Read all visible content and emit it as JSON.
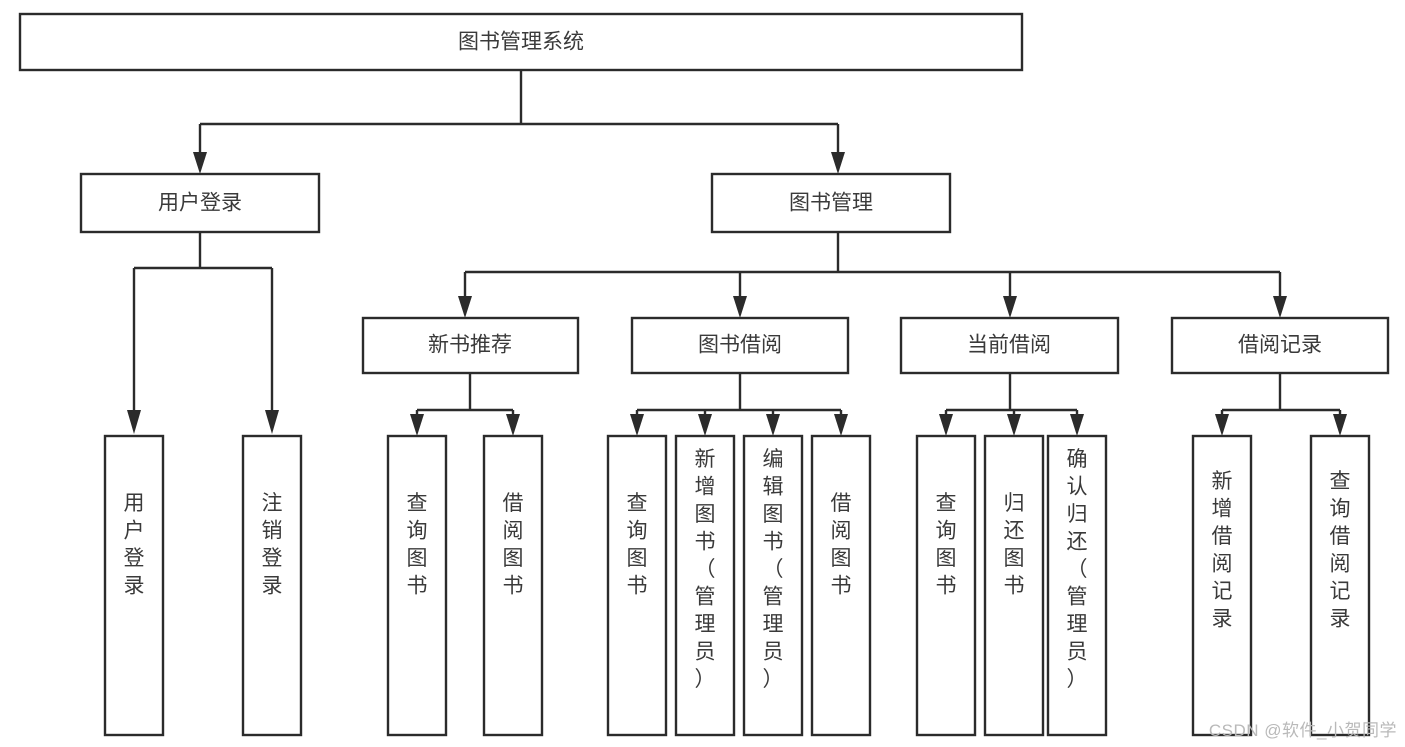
{
  "diagram": {
    "type": "tree",
    "title": "图书管理系统",
    "orientation": "top-down",
    "background_color": "#ffffff",
    "line_color": "#2b2b2b",
    "text_color": "#3a3a3a",
    "root": {
      "id": "root",
      "label": "图书管理系统",
      "text_orientation": "horizontal"
    },
    "level2": [
      {
        "id": "user-login",
        "label": "用户登录",
        "text_orientation": "horizontal"
      },
      {
        "id": "book-manage",
        "label": "图书管理",
        "text_orientation": "horizontal"
      }
    ],
    "level3": [
      {
        "id": "new-book-recommend",
        "label": "新书推荐",
        "text_orientation": "horizontal",
        "parent": "book-manage"
      },
      {
        "id": "book-borrow",
        "label": "图书借阅",
        "text_orientation": "horizontal",
        "parent": "book-manage"
      },
      {
        "id": "current-borrow",
        "label": "当前借阅",
        "text_orientation": "horizontal",
        "parent": "book-manage"
      },
      {
        "id": "borrow-record",
        "label": "借阅记录",
        "text_orientation": "horizontal",
        "parent": "book-manage"
      }
    ],
    "leaves": {
      "user_login": [
        {
          "id": "leaf-user-login",
          "label": "用户登录",
          "text_orientation": "vertical"
        },
        {
          "id": "leaf-user-logout",
          "label": "注销登录",
          "text_orientation": "vertical"
        }
      ],
      "new_book_recommend": [
        {
          "id": "leaf-query-book-1",
          "label": "查询图书",
          "text_orientation": "vertical"
        },
        {
          "id": "leaf-borrow-book-1",
          "label": "借阅图书",
          "text_orientation": "vertical"
        }
      ],
      "book_borrow": [
        {
          "id": "leaf-query-book-2",
          "label": "查询图书",
          "text_orientation": "vertical"
        },
        {
          "id": "leaf-add-book",
          "label": "新增图书（管理员）",
          "text_orientation": "vertical"
        },
        {
          "id": "leaf-edit-book",
          "label": "编辑图书（管理员）",
          "text_orientation": "vertical"
        },
        {
          "id": "leaf-borrow-book-2",
          "label": "借阅图书",
          "text_orientation": "vertical"
        }
      ],
      "current_borrow": [
        {
          "id": "leaf-query-book-3",
          "label": "查询图书",
          "text_orientation": "vertical"
        },
        {
          "id": "leaf-return-book",
          "label": "归还图书",
          "text_orientation": "vertical"
        },
        {
          "id": "leaf-confirm-return",
          "label": "确认归还（管理员）",
          "text_orientation": "vertical"
        }
      ],
      "borrow_record": [
        {
          "id": "leaf-add-record",
          "label": "新增借阅记录",
          "text_orientation": "vertical"
        },
        {
          "id": "leaf-query-record",
          "label": "查询借阅记录",
          "text_orientation": "vertical"
        }
      ]
    }
  },
  "watermark": {
    "text": "CSDN @软件_小贺同学"
  }
}
